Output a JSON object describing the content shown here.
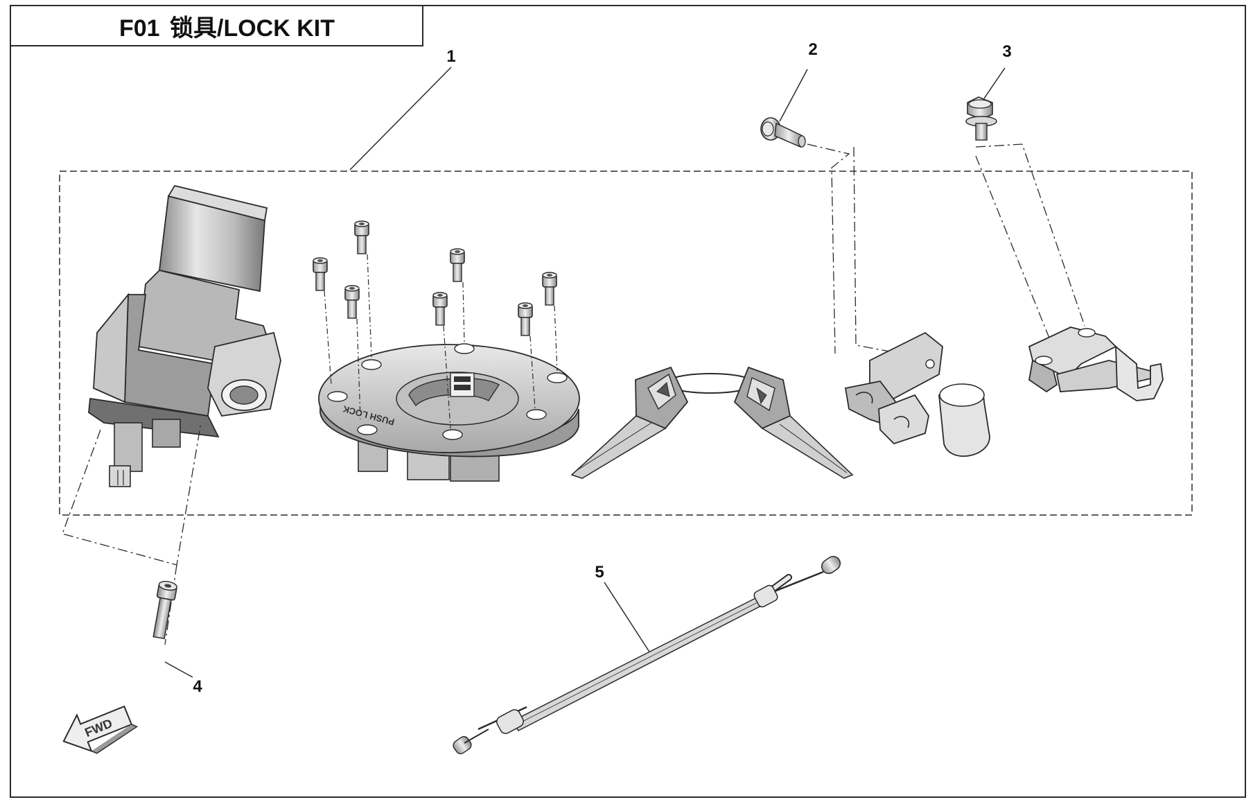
{
  "title": {
    "code": "F01",
    "name": "锁具/LOCK KIT"
  },
  "callouts": [
    {
      "id": "1",
      "label": "1"
    },
    {
      "id": "2",
      "label": "2"
    },
    {
      "id": "3",
      "label": "3"
    },
    {
      "id": "4",
      "label": "4"
    },
    {
      "id": "5",
      "label": "5"
    }
  ],
  "fwd_arrow": {
    "label": "FWD"
  },
  "fuel_cap": {
    "embossed_text": "PUSH LOCK"
  },
  "colors": {
    "line": "#2a2a2a",
    "shade": "#9a9a9a",
    "light": "#d6d6d6",
    "background": "#ffffff"
  }
}
